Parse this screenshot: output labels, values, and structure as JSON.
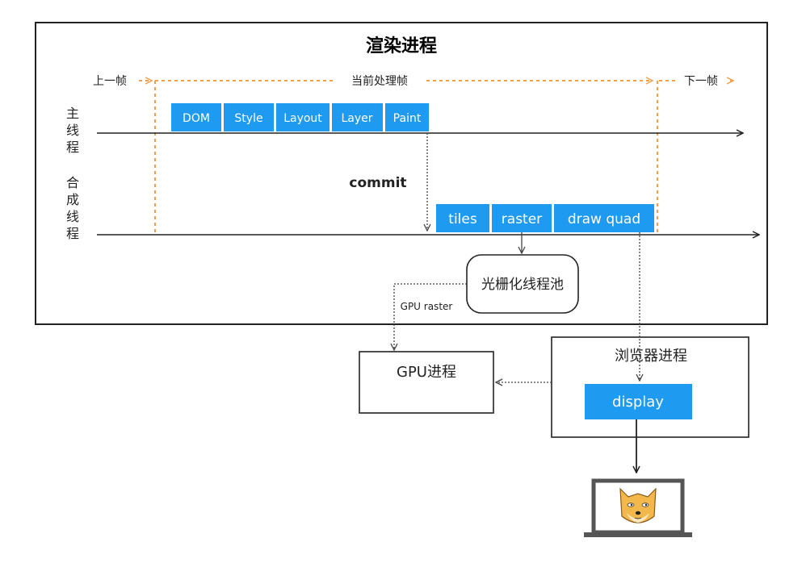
{
  "title": "渲染进程",
  "frames": {
    "prev": "上一帧",
    "current": "当前处理帧",
    "next": "下一帧"
  },
  "threads": {
    "main_lines": [
      "主",
      "线",
      "程"
    ],
    "compositor_lines": [
      "合",
      "成",
      "线",
      "程"
    ]
  },
  "main_stages": [
    "DOM",
    "Style",
    "Layout",
    "Layer",
    "Paint"
  ],
  "commit_label": "commit",
  "compositor_stages": [
    "tiles",
    "raster",
    "draw quad"
  ],
  "raster_pool": "光栅化线程池",
  "gpu_raster_label": "GPU raster",
  "gpu_process": "GPU进程",
  "browser_process": "浏览器进程",
  "display_label": "display",
  "colors": {
    "accent_blue": "#1e9af0",
    "frame_orange": "#f0a050",
    "line_dark": "#222222",
    "monitor_gray": "#555555"
  },
  "icons": {
    "screen": "monitor-icon",
    "mascot": "doge-face-icon"
  }
}
